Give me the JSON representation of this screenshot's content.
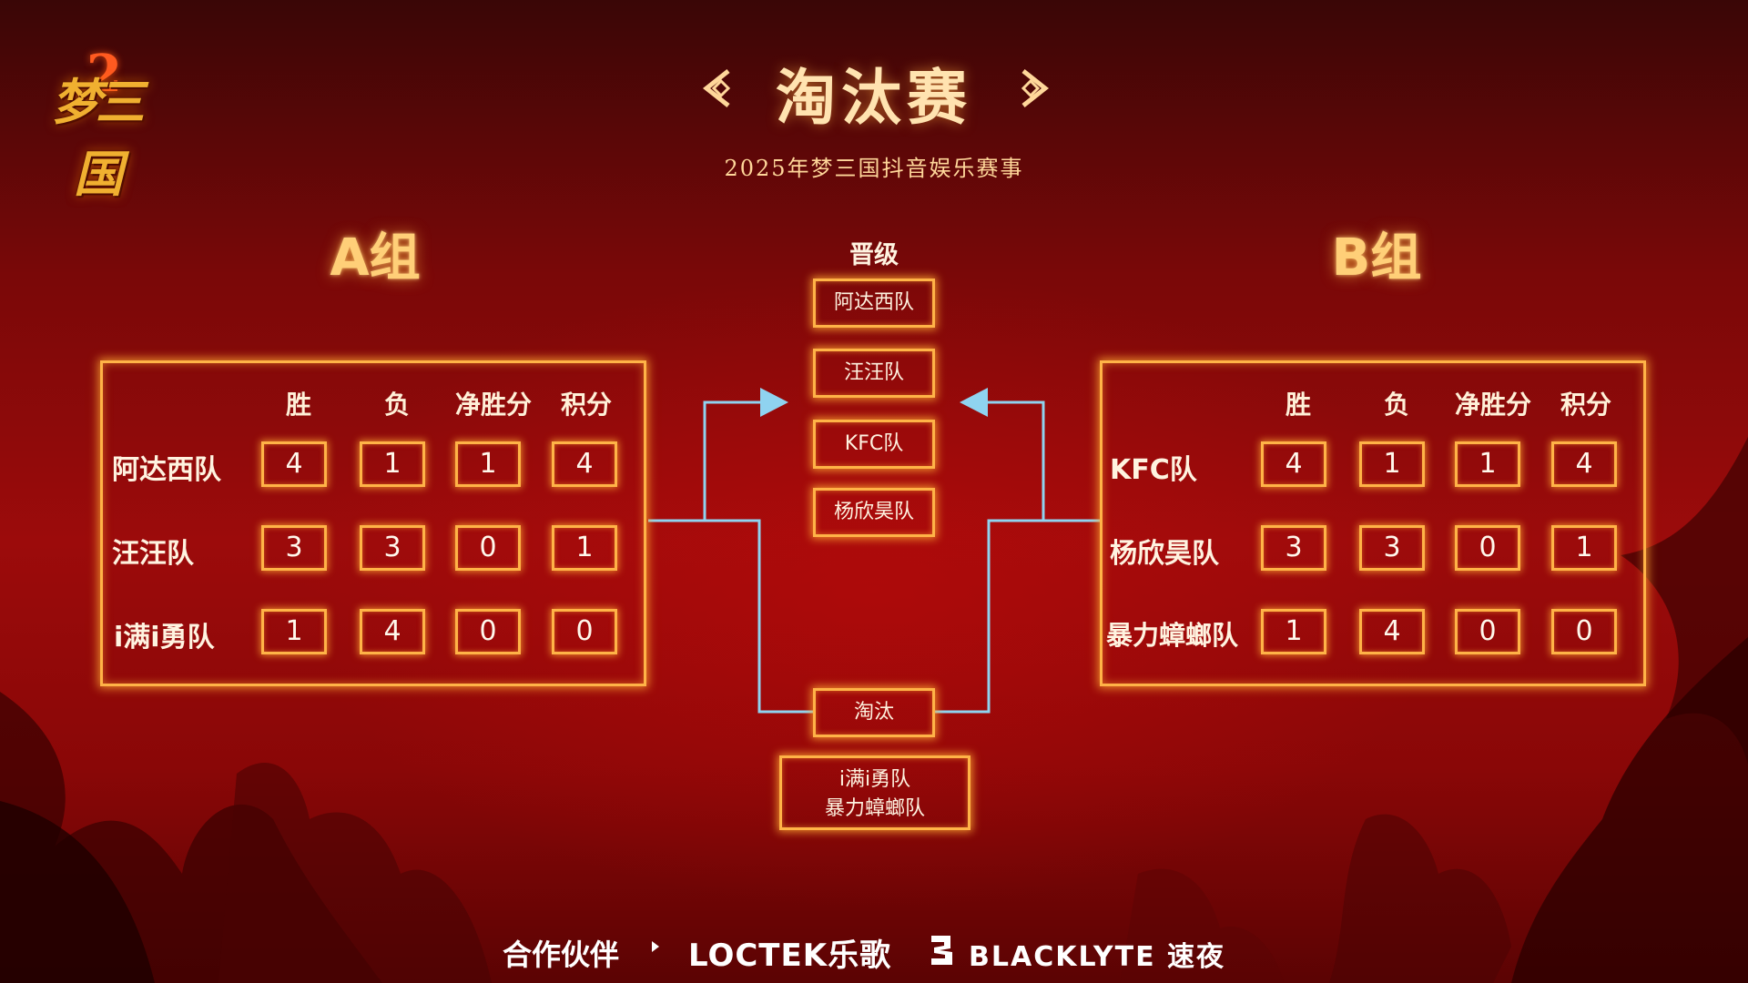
{
  "logo": {
    "text": "梦三国",
    "mark": "2"
  },
  "header": {
    "title": "淘汰赛",
    "subtitle": "2025年梦三国抖音娱乐赛事"
  },
  "columns": [
    "胜",
    "负",
    "净胜分",
    "积分"
  ],
  "group_a": {
    "title": "A组",
    "rows": [
      {
        "team": "阿达西队",
        "win": "4",
        "loss": "1",
        "net": "1",
        "points": "4"
      },
      {
        "team": "汪汪队",
        "win": "3",
        "loss": "3",
        "net": "0",
        "points": "1"
      },
      {
        "team": "i满i勇队",
        "win": "1",
        "loss": "4",
        "net": "0",
        "points": "0"
      }
    ]
  },
  "group_b": {
    "title": "B组",
    "rows": [
      {
        "team": "KFC队",
        "win": "4",
        "loss": "1",
        "net": "1",
        "points": "4"
      },
      {
        "team": "杨欣昊队",
        "win": "3",
        "loss": "3",
        "net": "0",
        "points": "1"
      },
      {
        "team": "暴力蟑螂队",
        "win": "1",
        "loss": "4",
        "net": "0",
        "points": "0"
      }
    ]
  },
  "advance": {
    "label": "晋级",
    "teams": [
      "阿达西队",
      "汪汪队",
      "KFC队",
      "杨欣昊队"
    ]
  },
  "eliminated": {
    "label": "淘汰",
    "teams": [
      "i满i勇队",
      "暴力蟑螂队"
    ]
  },
  "partners": {
    "label": "合作伙伴",
    "loctek": "LOCTEK乐歌",
    "blacklyte": "BLACKLYTE 速夜"
  },
  "colors": {
    "glow": "#ffb347",
    "connector": "#8fd3f0",
    "title": "#ffe3b0"
  }
}
